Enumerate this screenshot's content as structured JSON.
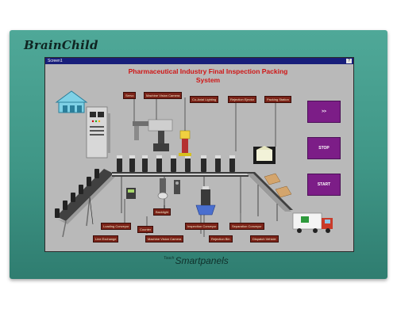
{
  "device": {
    "brand": "BrainChild",
    "footer_super": "Touch",
    "footer_brand": "Smartpanels"
  },
  "window": {
    "title": "Screen1",
    "help_label": "?"
  },
  "screen": {
    "title_line1": "Pharmaceutical Industry Final Inspection Packing",
    "title_line2": "System",
    "tags": {
      "servo": "Servo",
      "machine_vision_top": "Machine Vision Camera",
      "co_axial_lighting": "Co-Axial Lighting",
      "rejection_ejector": "Rejection Ejector",
      "packing_station": "Packing Station",
      "backlight": "Backlight",
      "loading_conveyor": "Loading Conveyor",
      "line_exchange": "Line Exchange",
      "counter": "Counter",
      "machine_vision_bottom": "Machine Vision Camera",
      "inspection_conveyor": "Inspection Conveyor",
      "separation_conveyor": "Separation Conveyor",
      "rejection_bin": "Rejection Bin",
      "dispatch_vehicle": "Dispatch Vehicle"
    },
    "buttons": {
      "forward": ">>",
      "stop": "STOP",
      "start": "START"
    }
  },
  "colors": {
    "bezel": "#3f9686",
    "screen_bg": "#b9b9b9",
    "title": "#d01515",
    "tag_bg": "#7b2318",
    "button_bg": "#7c1d87",
    "titlebar": "#181e7a"
  }
}
